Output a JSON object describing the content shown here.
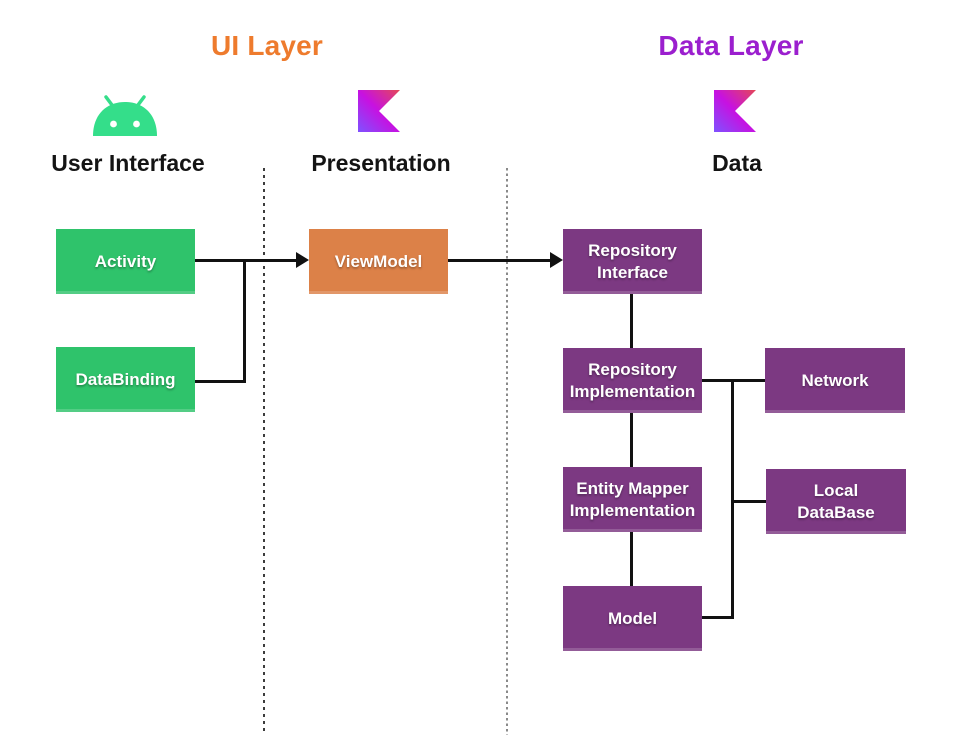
{
  "titles": {
    "ui_layer": "UI Layer",
    "data_layer": "Data Layer"
  },
  "columns": {
    "user_interface": {
      "label": "User Interface",
      "icon": "android-icon"
    },
    "presentation": {
      "label": "Presentation",
      "icon": "kotlin-icon"
    },
    "data": {
      "label": "Data",
      "icon": "kotlin-icon"
    }
  },
  "nodes": {
    "activity": {
      "label": "Activity"
    },
    "databinding": {
      "label": "DataBinding"
    },
    "viewmodel": {
      "label": "ViewModel"
    },
    "repository_interface": {
      "label": "Repository\nInterface"
    },
    "repository_implementation": {
      "label": "Repository\nImplementation"
    },
    "network": {
      "label": "Network"
    },
    "entity_mapper_implementation": {
      "label": "Entity Mapper\nImplementation"
    },
    "local_database": {
      "label": "Local\nDataBase"
    },
    "model": {
      "label": "Model"
    }
  },
  "colors": {
    "ui_title": "#EE7B2D",
    "data_title": "#9B1FCE",
    "green_box": "#2FC36B",
    "orange_box": "#DC8148",
    "purple_box": "#7C3982",
    "android_green": "#34DE8A",
    "kotlin_gradient_start": "#E44857",
    "kotlin_gradient_mid": "#C711E1",
    "kotlin_gradient_end": "#7F52FF",
    "line": "#111111"
  }
}
